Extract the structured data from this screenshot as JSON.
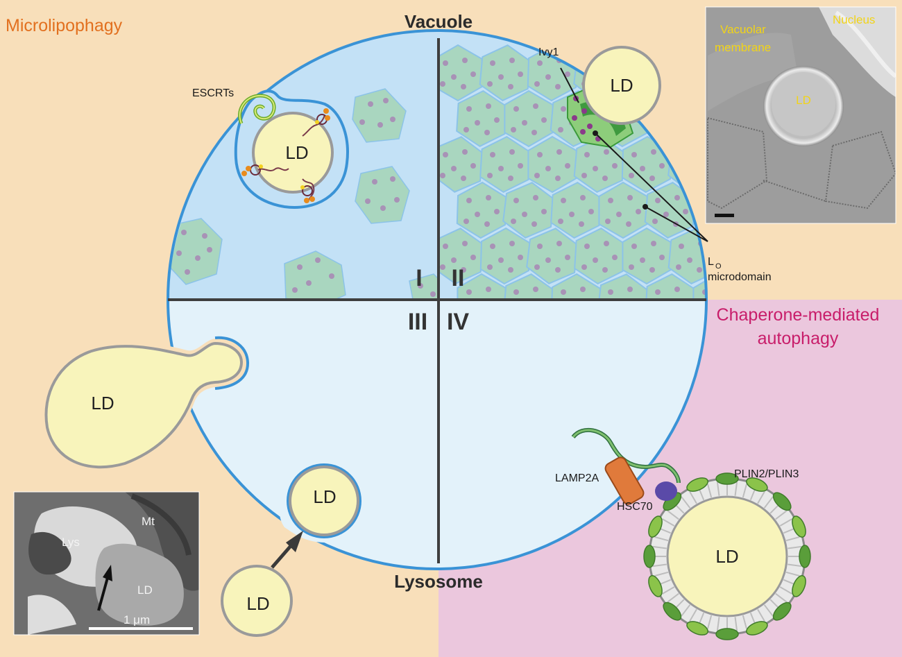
{
  "labels": {
    "vacuole": "Vacuole",
    "lysosome": "Lysosome",
    "microlipophagy": "Microlipophagy",
    "cma_line1": "Chaperone-mediated",
    "cma_line2": "autophagy",
    "escrts": "ESCRTs",
    "ivy1": "Ivy1",
    "lo_line1": "L",
    "lo_sub": "O",
    "lo_line2": "microdomain",
    "lamp2a": "LAMP2A",
    "hsc70": "HSC70",
    "plin": "PLIN2/PLIN3",
    "ld": "LD"
  },
  "quadrants": [
    "I",
    "II",
    "III",
    "IV"
  ],
  "em_top": {
    "vacuolar_line1": "Vacuolar",
    "vacuolar_line2": "membrane",
    "nucleus": "Nucleus",
    "ld": "LD"
  },
  "em_bottom": {
    "lys": "Lys",
    "mt": "Mt",
    "ld": "LD",
    "scale": "1 μm"
  },
  "colors": {
    "orange_bg": "#f8dfba",
    "pink_bg": "#ebc7dd",
    "vacuole_blue": "#c3e1f6",
    "lysosome_blue": "#e3f2fa",
    "membrane": "#3a93d6",
    "ld_fill": "#f8f4bb",
    "domain_green": "#a9d6bf"
  }
}
